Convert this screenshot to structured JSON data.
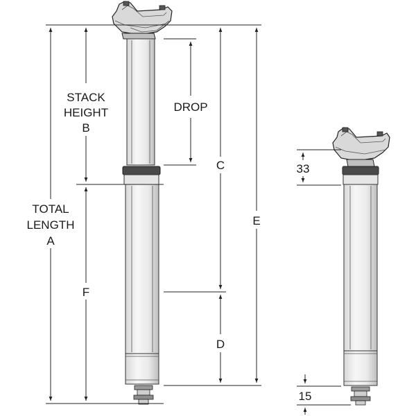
{
  "labels": {
    "stack_height_line1": "STACK",
    "stack_height_line2": "HEIGHT",
    "stack_height_letter": "B",
    "drop": "DROP",
    "total_length_line1": "TOTAL",
    "total_length_line2": "LENGTH",
    "total_length_letter": "A",
    "c": "C",
    "e": "E",
    "f": "F",
    "d": "D",
    "dim_33": "33",
    "dim_15": "15"
  }
}
